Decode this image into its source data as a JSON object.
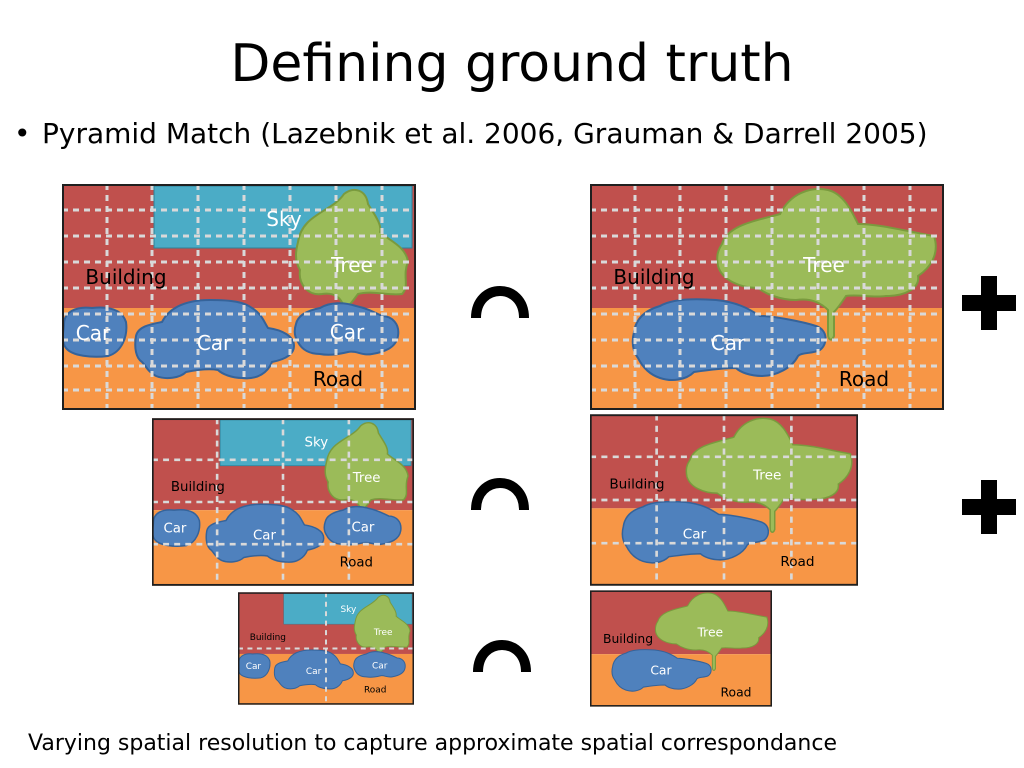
{
  "slide": {
    "title": "Defining ground truth",
    "bullet": "Pyramid Match (Lazebnik et al. 2006, Grauman & Darrell 2005)",
    "caption": "Varying spatial resolution to capture approximate spatial correspondance"
  },
  "colors": {
    "building": "#c0504d",
    "road": "#f79646",
    "sky": "#4bacc6",
    "tree": "#9bbb59",
    "car": "#4f81bd",
    "grid": "#d9d9d9"
  },
  "left_image": {
    "sky": "Sky",
    "tree": "Tree",
    "building": "Building",
    "road": "Road",
    "car_left": "Car",
    "car_middle": "Car",
    "car_right": "Car"
  },
  "right_image": {
    "tree": "Tree",
    "building": "Building",
    "road": "Road",
    "car": "Car"
  },
  "operators": {
    "intersection": "intersection-symbol",
    "plus": "plus-symbol"
  }
}
